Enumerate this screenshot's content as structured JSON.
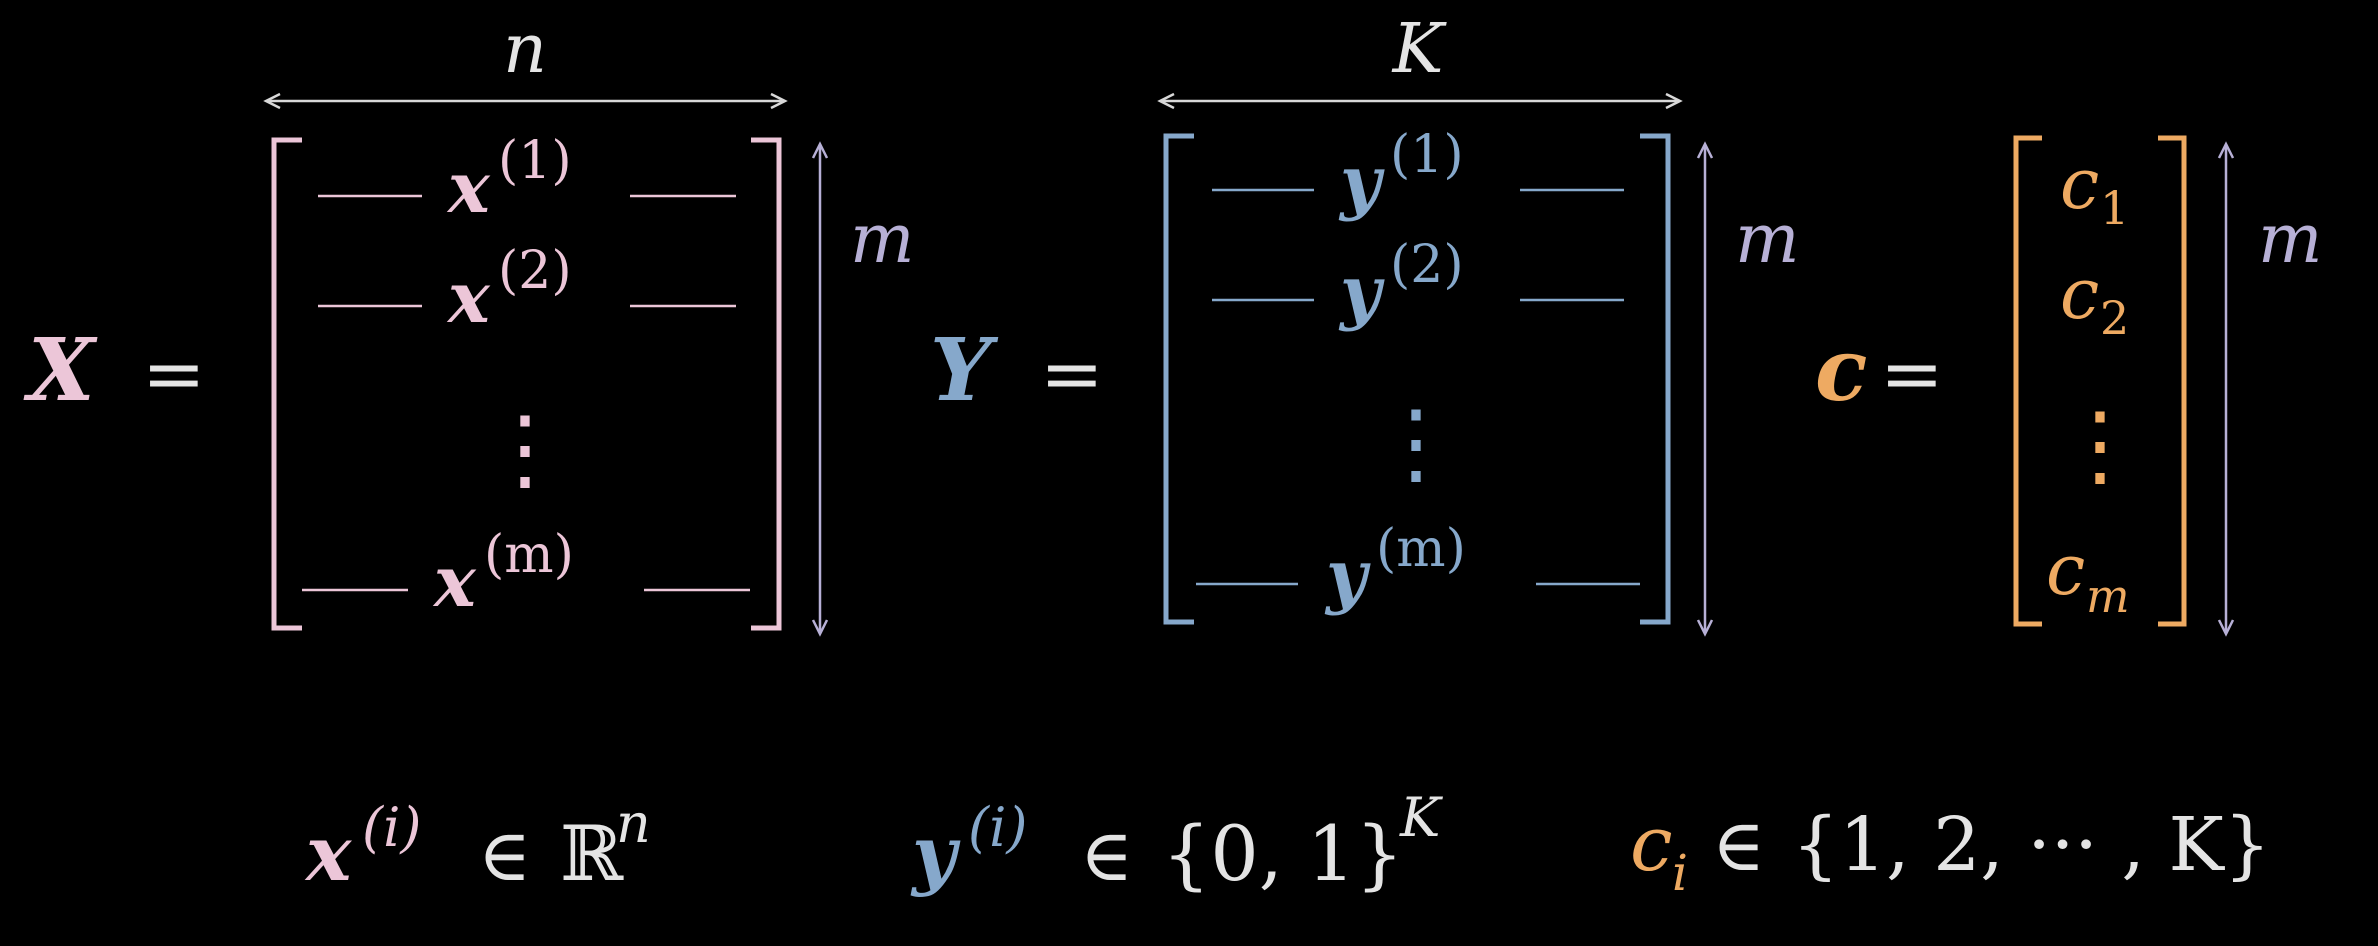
{
  "colors": {
    "background": "#000000",
    "x": "#ecc6d8",
    "y": "#86a8cb",
    "c": "#eeaa62",
    "dim": "#b7b0d6",
    "text": "#e4e4e4"
  },
  "matrix_X": {
    "name": "X",
    "equals": "=",
    "width_label": "n",
    "height_label": "m",
    "row_symbol": "x",
    "rows": [
      "(1)",
      "(2)",
      "⋮",
      "(m)"
    ]
  },
  "matrix_Y": {
    "name": "Y",
    "equals": "=",
    "width_label": "K",
    "height_label": "m",
    "row_symbol": "y",
    "rows": [
      "(1)",
      "(2)",
      "⋮",
      "(m)"
    ]
  },
  "vector_c": {
    "name": "c",
    "equals": "=",
    "height_label": "m",
    "entry_symbol": "c",
    "entries": [
      "1",
      "2",
      "⋮",
      "m"
    ]
  },
  "definitions": {
    "x_def": {
      "symbol": "x",
      "superscript": "(i)",
      "relation": "∈",
      "set": "ℝ",
      "set_exponent": "n"
    },
    "y_def": {
      "symbol": "y",
      "superscript": "(i)",
      "relation": "∈",
      "set": "{0, 1}",
      "set_exponent": "K"
    },
    "c_def": {
      "symbol": "c",
      "subscript": "i",
      "relation": "∈",
      "set": "{1, 2, ··· , K}"
    }
  }
}
